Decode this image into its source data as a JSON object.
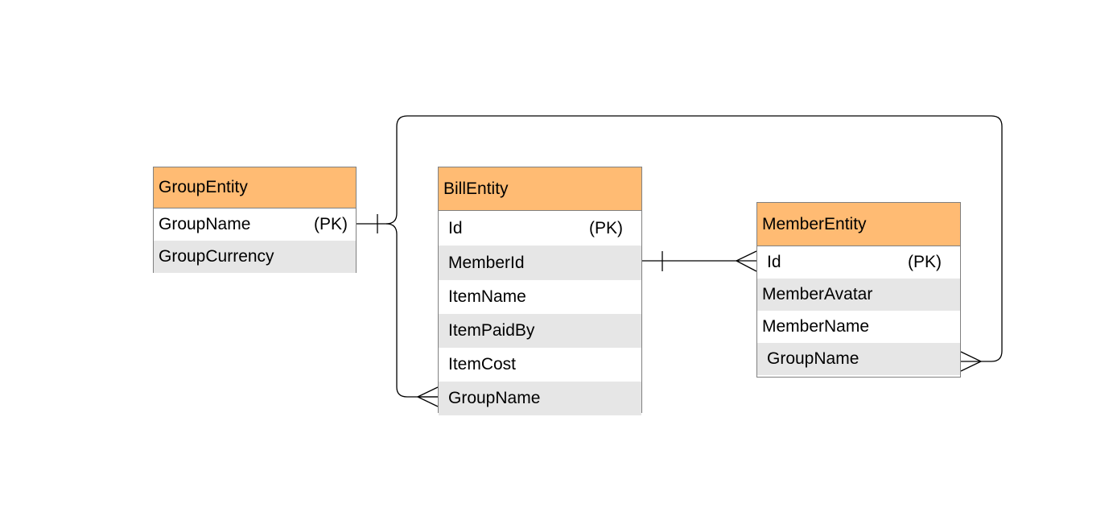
{
  "colors": {
    "header_fill": "#ffbb73",
    "alt_row_fill": "#e6e6e6",
    "border": "#808080",
    "connector": "#000000"
  },
  "entities": {
    "group": {
      "title": "GroupEntity",
      "fields": [
        {
          "name": "GroupName",
          "pk": "(PK)"
        },
        {
          "name": "GroupCurrency",
          "pk": ""
        }
      ]
    },
    "bill": {
      "title": "BillEntity",
      "fields": [
        {
          "name": "Id",
          "pk": "(PK)"
        },
        {
          "name": "MemberId",
          "pk": ""
        },
        {
          "name": "ItemName",
          "pk": ""
        },
        {
          "name": "ItemPaidBy",
          "pk": ""
        },
        {
          "name": "ItemCost",
          "pk": ""
        },
        {
          "name": "GroupName",
          "pk": ""
        }
      ]
    },
    "member": {
      "title": "MemberEntity",
      "fields": [
        {
          "name": "Id",
          "pk": "(PK)"
        },
        {
          "name": "MemberAvatar",
          "pk": ""
        },
        {
          "name": "MemberName",
          "pk": ""
        },
        {
          "name": "GroupName",
          "pk": ""
        }
      ]
    }
  },
  "relationships": [
    {
      "from": "GroupEntity.GroupName",
      "from_cardinality": "one",
      "to": "BillEntity.GroupName",
      "to_cardinality": "many"
    },
    {
      "from": "GroupEntity.GroupName",
      "from_cardinality": "one",
      "to": "MemberEntity.GroupName",
      "to_cardinality": "many"
    },
    {
      "from": "BillEntity.MemberId",
      "from_cardinality": "one",
      "to": "MemberEntity.Id",
      "to_cardinality": "many"
    }
  ]
}
